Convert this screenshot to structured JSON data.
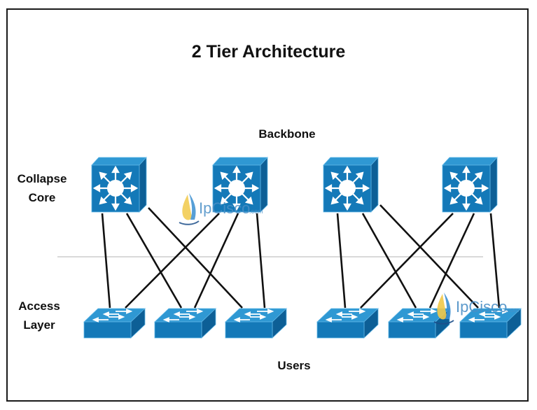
{
  "title": "2 Tier Architecture",
  "labels": {
    "backbone": "Backbone",
    "collapse_core_line1": "Collapse",
    "collapse_core_line2": "Core",
    "access_layer_line1": "Access",
    "access_layer_line2": "Layer",
    "users": "Users"
  },
  "watermark": {
    "brand": "IpCisco",
    "suffix": ".com"
  },
  "colors": {
    "switch_front": "#1479b8",
    "switch_top": "#2f98d3",
    "switch_side": "#0d5f96",
    "link": "#111111",
    "separator": "#d9d9d9",
    "watermark": "#4a8fc6"
  },
  "groups": [
    {
      "name": "left",
      "core_switches": [
        "core-1",
        "core-2"
      ],
      "access_switches": [
        "access-1",
        "access-2",
        "access-3"
      ],
      "links": [
        {
          "from": "core-1",
          "to": "access-1"
        },
        {
          "from": "core-1",
          "to": "access-2"
        },
        {
          "from": "core-1",
          "to": "access-3"
        },
        {
          "from": "core-2",
          "to": "access-1"
        },
        {
          "from": "core-2",
          "to": "access-2"
        },
        {
          "from": "core-2",
          "to": "access-3"
        }
      ]
    },
    {
      "name": "right",
      "core_switches": [
        "core-3",
        "core-4"
      ],
      "access_switches": [
        "access-4",
        "access-5",
        "access-6"
      ],
      "links": [
        {
          "from": "core-3",
          "to": "access-4"
        },
        {
          "from": "core-3",
          "to": "access-5"
        },
        {
          "from": "core-3",
          "to": "access-6"
        },
        {
          "from": "core-4",
          "to": "access-4"
        },
        {
          "from": "core-4",
          "to": "access-5"
        },
        {
          "from": "core-4",
          "to": "access-6"
        }
      ]
    }
  ]
}
